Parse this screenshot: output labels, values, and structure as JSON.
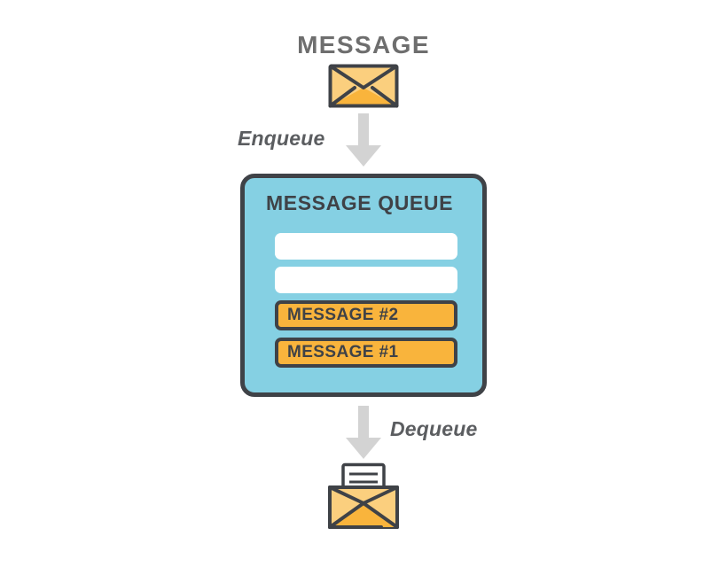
{
  "diagram": {
    "title": "MESSAGE",
    "source_envelope": {
      "icon": "envelope-closed-icon",
      "state": "closed"
    },
    "enqueue": {
      "label": "Enqueue",
      "arrow_icon": "arrow-down-icon",
      "direction": "down"
    },
    "queue": {
      "title": "MESSAGE QUEUE",
      "slots": [
        {
          "type": "empty",
          "label": ""
        },
        {
          "type": "empty",
          "label": ""
        },
        {
          "type": "filled",
          "label": "MESSAGE #2"
        },
        {
          "type": "filled",
          "label": "MESSAGE #1"
        }
      ]
    },
    "dequeue": {
      "label": "Dequeue",
      "arrow_icon": "arrow-down-icon",
      "direction": "down"
    },
    "result_envelope": {
      "icon": "envelope-open-icon",
      "state": "open",
      "letter_line_count": 3
    },
    "colors": {
      "queue_fill": "#85d0e3",
      "message_fill": "#f9b43c",
      "outline": "#3f4247",
      "arrow": "#d3d3d3",
      "title_text": "#6e6e6e",
      "label_text": "#5b5d60",
      "envelope_light": "#fbcf7e",
      "envelope_dark": "#f9b43c",
      "slot_empty_fill": "#ffffff"
    }
  }
}
